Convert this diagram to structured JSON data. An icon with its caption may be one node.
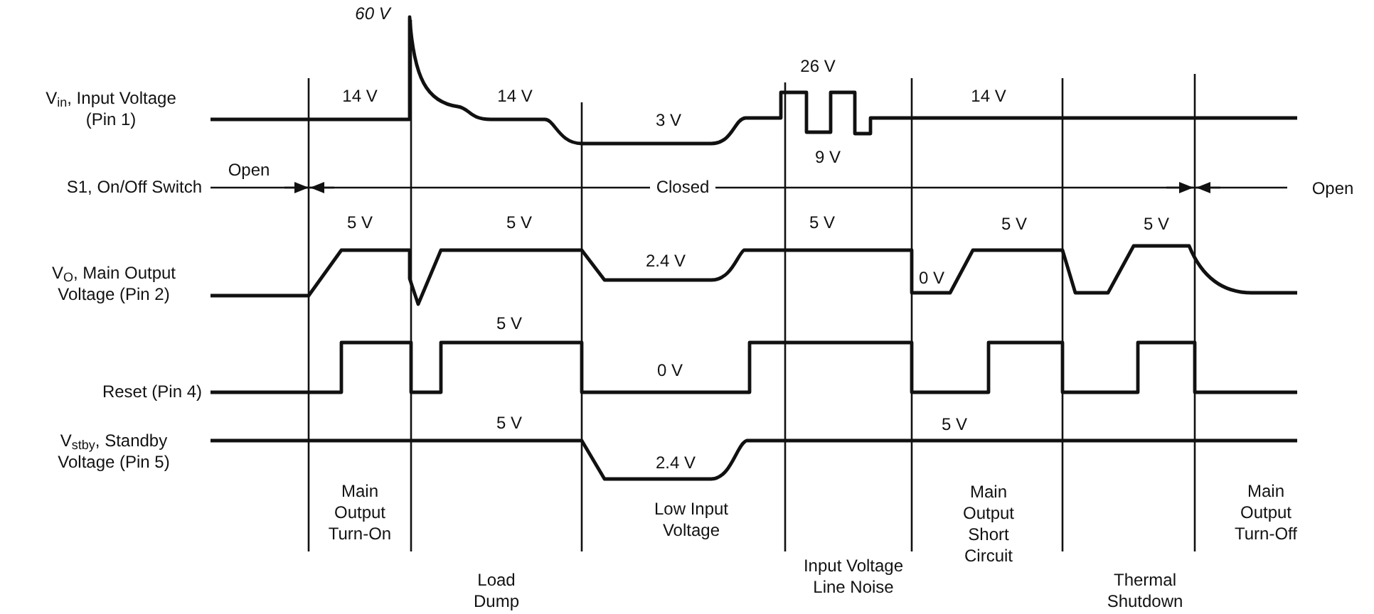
{
  "diagram": {
    "labels": [
      "60 V",
      "V$_{in}$, Input Voltage (Pin 1)",
      "14 V",
      "14 V",
      "26 V",
      "14 V",
      "3 V",
      "9 V",
      "S1, On/Off Switch",
      "Open",
      "Closed",
      "Open",
      "5 V",
      "5 V",
      "5 V",
      "5 V",
      "5 V",
      "V$_{O}$, Main Output Voltage (Pin 2)",
      "2.4 V",
      "0 V",
      "5 V",
      "0 V",
      "Reset (Pin 4)",
      "5 V",
      "V$_{stby}$, Standby Voltage (Pin 5)",
      "5 V",
      "2.4 V",
      "Main Output Turn-On",
      "Low Input Voltage",
      "Main Output Short Circuit",
      "Main Output Turn-Off",
      "Load Dump",
      "Input Voltage Line Noise",
      "Thermal Shutdown"
    ]
  }
}
